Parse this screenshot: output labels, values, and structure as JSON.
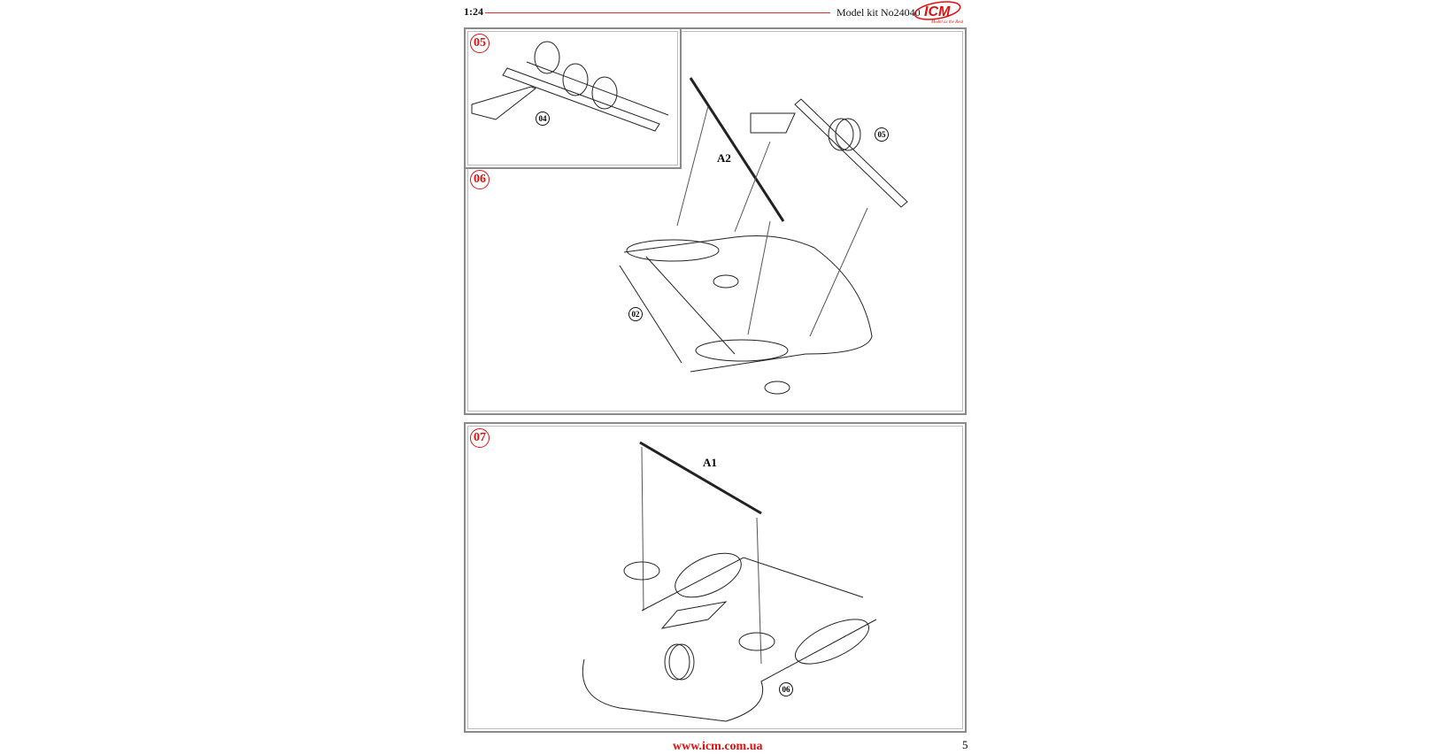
{
  "header": {
    "scale": "1:24",
    "model": "Model kit No24040",
    "logo": "ICM",
    "logo_tagline": "Model as the Real"
  },
  "steps": [
    {
      "number": "05",
      "refs": [
        "04"
      ]
    },
    {
      "number": "06",
      "refs": [
        "05",
        "02"
      ],
      "part": "A2"
    },
    {
      "number": "07",
      "refs": [
        "06"
      ],
      "part": "A1"
    }
  ],
  "footer": {
    "url": "www.icm.com.ua",
    "page": "5"
  },
  "colors": {
    "accent": "#e01010",
    "frame": "#8a8a8a"
  }
}
